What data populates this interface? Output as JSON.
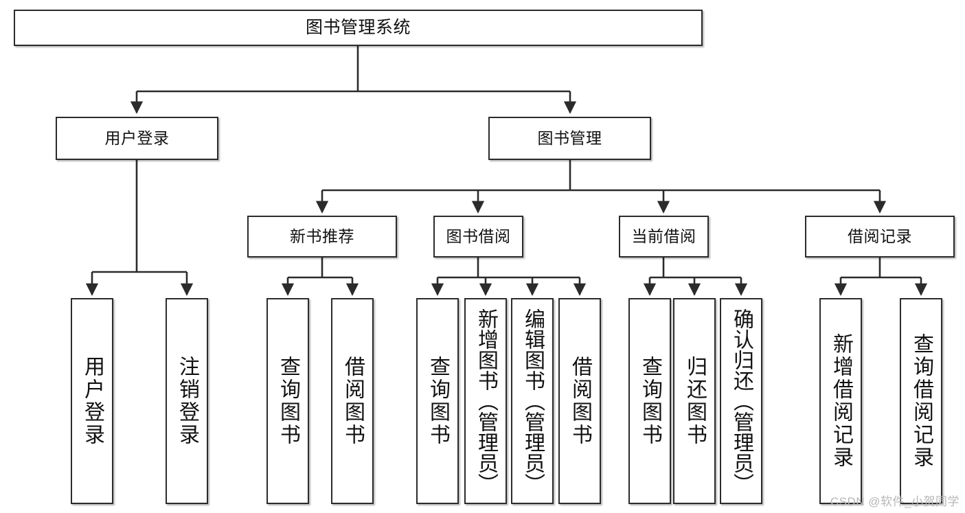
{
  "diagram": {
    "title": "图书管理系统",
    "type": "tree-hierarchy-diagram",
    "root": {
      "id": "root",
      "label": "图书管理系统"
    },
    "level2": [
      {
        "id": "user-login",
        "label": "用户登录"
      },
      {
        "id": "book-manage",
        "label": "图书管理"
      }
    ],
    "level3": [
      {
        "id": "new-book-recommend",
        "label": "新书推荐",
        "parent": "book-manage"
      },
      {
        "id": "book-borrow",
        "label": "图书借阅",
        "parent": "book-manage"
      },
      {
        "id": "current-borrow",
        "label": "当前借阅",
        "parent": "book-manage"
      },
      {
        "id": "borrow-record",
        "label": "借阅记录",
        "parent": "book-manage"
      }
    ],
    "leaves": [
      {
        "id": "leaf-user-login",
        "label": "用户登录",
        "parent": "user-login"
      },
      {
        "id": "leaf-logout",
        "label": "注销登录",
        "parent": "user-login"
      },
      {
        "id": "leaf-query-book-1",
        "label": "查询图书",
        "parent": "new-book-recommend"
      },
      {
        "id": "leaf-borrow-book-1",
        "label": "借阅图书",
        "parent": "new-book-recommend"
      },
      {
        "id": "leaf-query-book-2",
        "label": "查询图书",
        "parent": "book-borrow"
      },
      {
        "id": "leaf-add-book",
        "label": "新增图书（管理员）",
        "parent": "book-borrow"
      },
      {
        "id": "leaf-edit-book",
        "label": "编辑图书（管理员）",
        "parent": "book-borrow"
      },
      {
        "id": "leaf-borrow-book-2",
        "label": "借阅图书",
        "parent": "book-borrow"
      },
      {
        "id": "leaf-query-book-3",
        "label": "查询图书",
        "parent": "current-borrow"
      },
      {
        "id": "leaf-return-book",
        "label": "归还图书",
        "parent": "current-borrow"
      },
      {
        "id": "leaf-confirm-return",
        "label": "确认归还（管理员）",
        "parent": "current-borrow"
      },
      {
        "id": "leaf-add-record",
        "label": "新增借阅记录",
        "parent": "borrow-record"
      },
      {
        "id": "leaf-query-record",
        "label": "查询借阅记录",
        "parent": "borrow-record"
      }
    ],
    "colors": {
      "stroke": "#2b2b2b",
      "fill": "#ffffff",
      "text": "#111111",
      "watermark": "#b7b7b7"
    }
  },
  "watermark": {
    "text": "CSDN @软件_小贺同学"
  }
}
